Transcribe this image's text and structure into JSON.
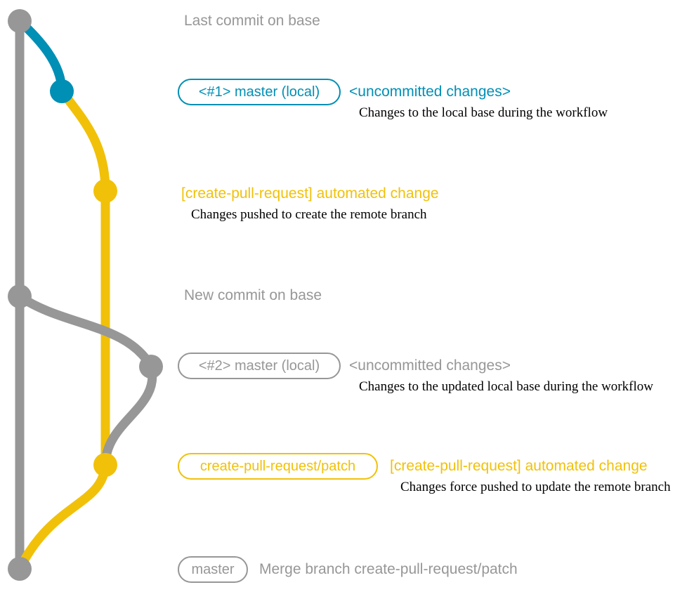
{
  "colors": {
    "gray": "#979797",
    "teal": "#008fb5",
    "yellow": "#f1c109",
    "description_text": "#000000",
    "background": "#ffffff"
  },
  "diagram": {
    "type": "git-commit-graph",
    "branches": [
      {
        "name": "base",
        "color": "gray"
      },
      {
        "name": "master-local",
        "color": "teal"
      },
      {
        "name": "create-pull-request-patch",
        "color": "yellow"
      }
    ],
    "commit_dots": [
      {
        "id": "base-tip",
        "color": "gray"
      },
      {
        "id": "local-uncommitted-1",
        "color": "teal"
      },
      {
        "id": "automated-change-1",
        "color": "yellow"
      },
      {
        "id": "new-base-commit",
        "color": "gray"
      },
      {
        "id": "local-uncommitted-2",
        "color": "gray"
      },
      {
        "id": "automated-change-2",
        "color": "yellow"
      },
      {
        "id": "merge-commit",
        "color": "gray"
      }
    ]
  },
  "annotations": {
    "last_commit_label": "Last commit on base",
    "row1": {
      "badge": "<#1> master (local)",
      "title": "<uncommitted changes>",
      "description": "Changes to the local base during the workflow"
    },
    "row2": {
      "title": "[create-pull-request] automated change",
      "description": "Changes pushed to create the remote branch"
    },
    "new_commit_label": "New commit on base",
    "row3": {
      "badge": "<#2> master (local)",
      "title": "<uncommitted changes>",
      "description": "Changes to the updated local base during the workflow"
    },
    "row4": {
      "badge": "create-pull-request/patch",
      "title": "[create-pull-request] automated change",
      "description": "Changes force pushed to update the remote branch"
    },
    "row5": {
      "badge": "master",
      "label": "Merge branch create-pull-request/patch"
    }
  }
}
